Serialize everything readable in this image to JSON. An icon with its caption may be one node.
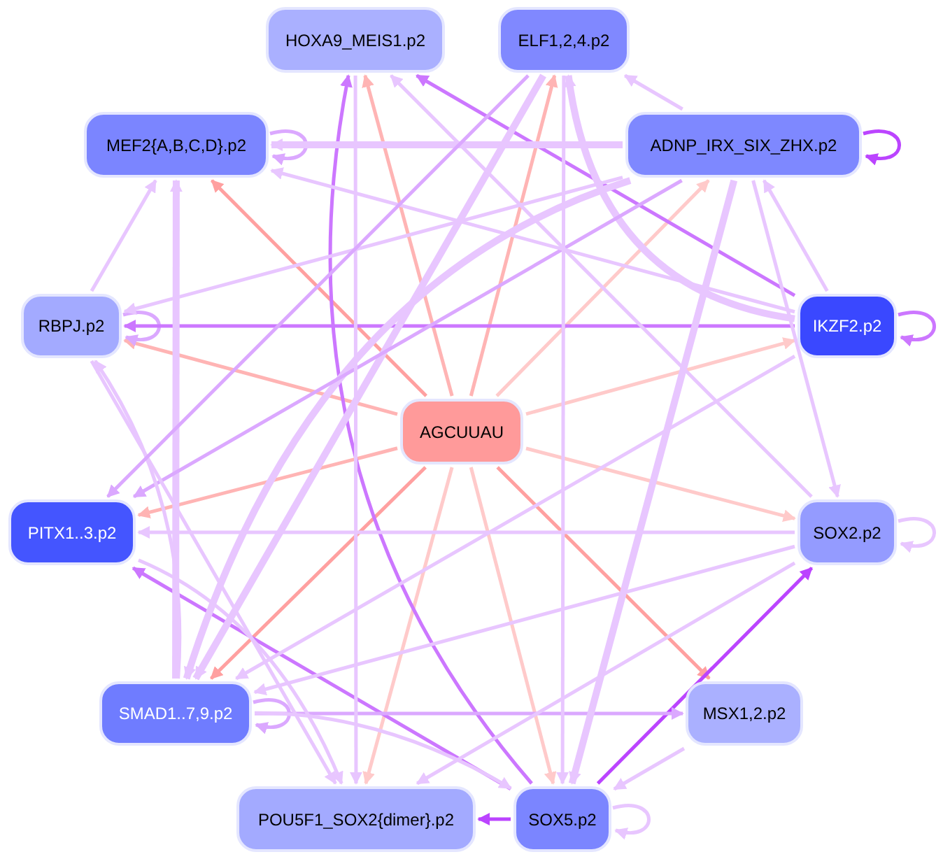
{
  "diagram": {
    "nodes": [
      {
        "text": [
          "HOXA9_MEIS1.p2"
        ]
      },
      {
        "text": [
          "ELF1,2,4.p2"
        ]
      },
      {
        "text": [
          "MEF2{A,B,C,D}.p2"
        ]
      },
      {
        "text": [
          "ADNP_IRX_SIX_ZHX.p2"
        ]
      },
      {
        "text": [
          "RBPJ.p2"
        ]
      },
      {
        "text": [
          "IKZF2.p2"
        ]
      },
      {
        "text": [
          "AGCUUAU"
        ]
      },
      {
        "text": [
          "PITX1..3.p2"
        ]
      },
      {
        "text": [
          "SOX2.p2"
        ]
      },
      {
        "text": [
          "SMAD1..7,9.p2"
        ]
      },
      {
        "text": [
          "MSX1,2.p2"
        ]
      },
      {
        "text": [
          "POU5F1_SOX2{dimer}.p2"
        ]
      },
      {
        "text": [
          "SOX5.p2"
        ]
      }
    ],
    "edges": [
      {
        "from": 6,
        "to": 0,
        "arrow": "to",
        "color": "#ffb4b4"
      },
      {
        "from": 6,
        "to": 1,
        "arrow": "to",
        "color": "#ffb4b4"
      },
      {
        "from": 6,
        "to": 2,
        "arrow": "to",
        "color": "#ffa0a0"
      },
      {
        "from": 6,
        "to": 3,
        "arrow": "to",
        "color": "#ffcaca"
      },
      {
        "from": 6,
        "to": 4,
        "arrow": "to",
        "color": "#ffb4b4"
      },
      {
        "from": 6,
        "to": 5,
        "arrow": "to",
        "color": "#ffcaca"
      },
      {
        "from": 6,
        "to": 7,
        "arrow": "to",
        "color": "#ffb4b4"
      },
      {
        "from": 6,
        "to": 8,
        "arrow": "to",
        "color": "#ffcaca"
      },
      {
        "from": 6,
        "to": 9,
        "arrow": "to",
        "color": "#ffa0a0"
      },
      {
        "from": 6,
        "to": 10,
        "arrow": "to",
        "color": "#ffa0a0"
      },
      {
        "from": 6,
        "to": 11,
        "arrow": "to",
        "color": "#ffcaca"
      },
      {
        "from": 6,
        "to": 12,
        "arrow": "to",
        "color": "#ffcaca"
      },
      {
        "from": 2,
        "to": 2,
        "arrow": "to",
        "color": "#dba8ff"
      },
      {
        "from": 3,
        "to": 3,
        "arrow": "to",
        "color": "#bb44ff"
      },
      {
        "from": 4,
        "to": 4,
        "arrow": "to",
        "color": "#dba8ff"
      },
      {
        "from": 5,
        "to": 5,
        "arrow": "to",
        "color": "#cc77ff"
      },
      {
        "from": 8,
        "to": 8,
        "arrow": "to"
      },
      {
        "from": 9,
        "to": 9,
        "arrow": "to",
        "color": "#dba8ff"
      },
      {
        "from": 12,
        "to": 12,
        "arrow": "to"
      },
      {
        "from": 5,
        "to": 4,
        "arrow": "to",
        "color": "#cc77ff"
      },
      {
        "from": 12,
        "to": 11,
        "arrow": "to",
        "color": "#bb44ff"
      },
      {
        "from": 12,
        "to": 8,
        "arrow": "to",
        "color": "#bb44ff"
      },
      {
        "from": 12,
        "to": 7,
        "arrow": "to",
        "color": "#cc77ff"
      },
      {
        "from": 12,
        "to": 0,
        "arrow": "to",
        "color": "#cc77ff"
      },
      {
        "from": 5,
        "to": 0,
        "arrow": "to",
        "color": "#cc77ff"
      },
      {
        "from": 10,
        "to": 12,
        "arrow": "to"
      },
      {
        "from": 9,
        "to": 10,
        "arrow": "to",
        "color": "#dba8ff"
      },
      {
        "from": 3,
        "to": 1,
        "arrow": "to"
      },
      {
        "from": 5,
        "to": 3,
        "arrow": "to"
      },
      {
        "from": 3,
        "to": 2,
        "arrow": "to",
        "style": "thick"
      },
      {
        "from": 5,
        "to": 1,
        "arrow": "to",
        "style": "thick"
      },
      {
        "from": 4,
        "to": 2,
        "arrow": "to"
      },
      {
        "from": 9,
        "to": 2,
        "arrow": "to",
        "style": "thick"
      },
      {
        "from": 1,
        "to": 9,
        "arrow": "to",
        "style": "thick"
      },
      {
        "from": 3,
        "to": 9,
        "arrow": "to",
        "style": "thick"
      },
      {
        "from": 3,
        "to": 7,
        "arrow": "to",
        "color": "#dba8ff"
      },
      {
        "from": 8,
        "to": 7,
        "arrow": "to"
      },
      {
        "from": 1,
        "to": 12,
        "arrow": "to"
      },
      {
        "from": 3,
        "to": 12,
        "arrow": "to",
        "style": "thick"
      },
      {
        "from": 3,
        "to": 8,
        "arrow": "to"
      },
      {
        "from": 5,
        "to": 9,
        "arrow": "to"
      },
      {
        "from": 8,
        "to": 9,
        "arrow": "to"
      },
      {
        "from": 8,
        "to": 11,
        "arrow": "to"
      },
      {
        "from": 7,
        "to": 11,
        "arrow": "to"
      },
      {
        "from": 9,
        "to": 12,
        "arrow": "to"
      },
      {
        "from": 4,
        "to": 11,
        "arrow": "to"
      },
      {
        "from": 9,
        "to": 4,
        "arrow": "to"
      },
      {
        "from": 0,
        "to": 11,
        "arrow": "to"
      },
      {
        "from": 5,
        "to": 2,
        "arrow": "to"
      },
      {
        "from": 8,
        "to": 0,
        "arrow": "to"
      },
      {
        "from": 3,
        "to": 4,
        "arrow": "to"
      },
      {
        "from": 1,
        "to": 7,
        "arrow": "to",
        "color": "#dba8ff"
      }
    ]
  }
}
